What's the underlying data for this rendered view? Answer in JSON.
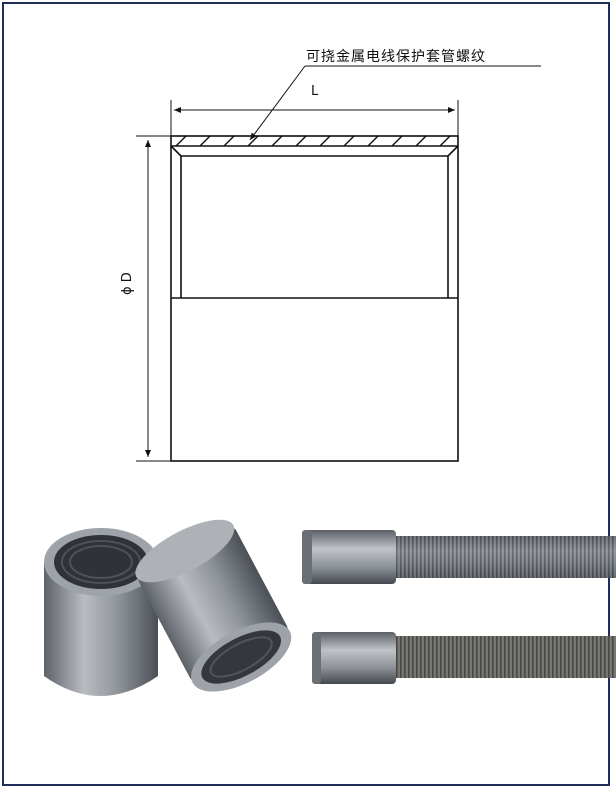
{
  "drawing": {
    "callout_label": "可挠金属电线保护套管螺纹",
    "length_label": "L",
    "diameter_label": "ϕ D"
  },
  "photos": {
    "couplings": "two-threaded-couplings-icon",
    "conduits": "couplings-on-flexible-conduit-icon"
  },
  "colors": {
    "border": "#1f2d5a",
    "line": "#111111",
    "metal": "#8e9399"
  }
}
